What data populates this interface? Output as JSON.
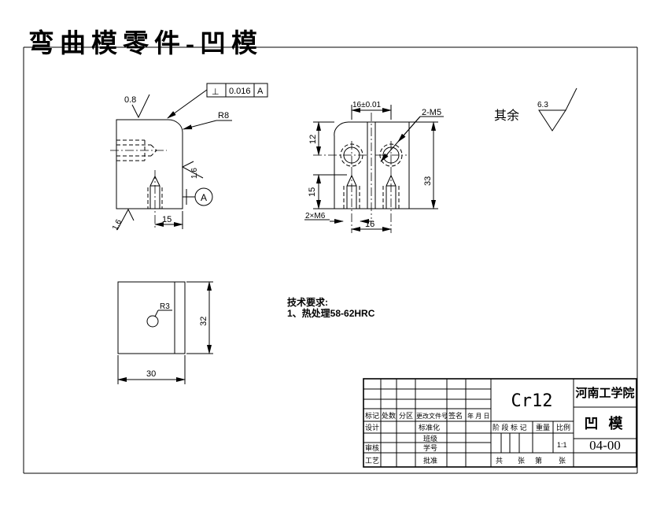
{
  "title": {
    "text": "弯曲模零件-凹模"
  },
  "colors": {
    "title_red": "#e60000"
  },
  "general_note": {
    "label": "其余",
    "roughness": "6.3"
  },
  "tech_req": {
    "heading": "技术要求:",
    "item": "1、热处理58-62HRC"
  },
  "side_view": {
    "roughness_top": "0.8",
    "tol_symbol": "⊥",
    "tol_value": "0.016",
    "tol_datum": "A",
    "radius": "R8",
    "roughness_right": "1.6",
    "roughness_bottom": "1.6",
    "datum": "A",
    "dim_width": "15"
  },
  "front_view": {
    "dim_spacing_top": "16±0.01",
    "label_holes_top": "2-M5",
    "dim_top_offset": "12",
    "dim_height": "33",
    "dim_thread_depth": "15",
    "label_holes_bottom": "2×M6",
    "dim_spacing_bottom": "16"
  },
  "bottom_view": {
    "radius": "R3",
    "dim_height": "32",
    "dim_width": "30"
  },
  "title_block": {
    "material": "Cr12",
    "school": "河南工学院",
    "part": "凹 模",
    "number": "04-00",
    "scale_value": "1:1",
    "col_mark": "标记",
    "col_count": "处数",
    "col_zone": "分区",
    "col_change": "更改文件号",
    "col_sign": "签名",
    "col_date": "年 月 日",
    "row_design": "设计",
    "row_check": "审核",
    "row_process": "工艺",
    "row_std": "标准化",
    "row_class": "班级",
    "row_id": "学号",
    "row_approve": "批准",
    "stage_label": "阶 段 标 记",
    "weight_label": "重量",
    "scale_label": "比例",
    "sheets_total": "共",
    "sheets_unit1": "张",
    "sheets_no": "第",
    "sheets_unit2": "张"
  }
}
